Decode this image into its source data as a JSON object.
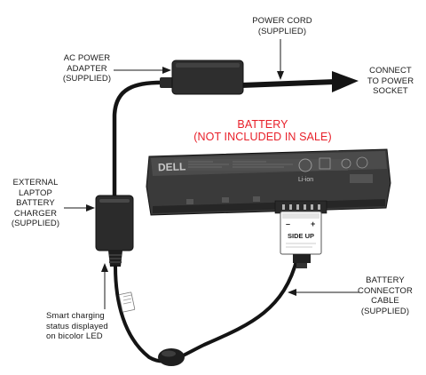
{
  "labels": {
    "power_cord": [
      "POWER CORD",
      "(SUPPLIED)"
    ],
    "ac_adapter": [
      "AC POWER",
      "ADAPTER",
      "(SUPPLIED)"
    ],
    "connect_socket": [
      "CONNECT",
      "TO POWER",
      "SOCKET"
    ],
    "battery_title": [
      "BATTERY",
      "(NOT INCLUDED IN SALE)"
    ],
    "external_charger": [
      "EXTERNAL",
      "LAPTOP",
      "BATTERY",
      "CHARGER",
      "(SUPPLIED)"
    ],
    "connector_cable": [
      "BATTERY",
      "CONNECTOR",
      "CABLE",
      "(SUPPLIED)"
    ],
    "smart_charging": [
      "Smart charging",
      "status displayed",
      "on bicolor LED"
    ]
  },
  "battery": {
    "brand": "DELL",
    "chemistry": "Li-ion"
  },
  "connector": {
    "minus": "–",
    "plus": "+",
    "side_up": "SIDE UP"
  },
  "colors": {
    "label_text": "#1a1a1a",
    "battery_title": "#e8202a",
    "cable": "#141414",
    "device": "#2a2a2a",
    "battery_body": "#3a3a3a"
  }
}
